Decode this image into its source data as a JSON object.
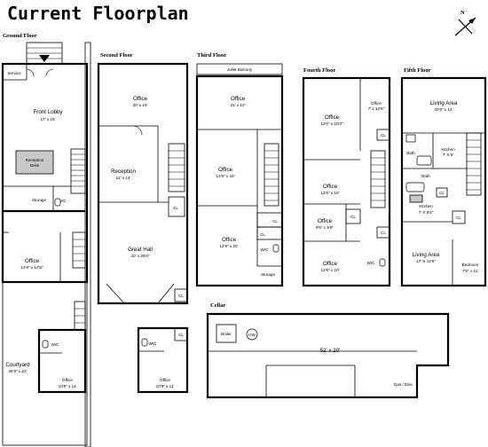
{
  "title": "Current Floorplan",
  "compass": "N",
  "floors": {
    "ground": "Ground Floor",
    "second": "Second Floor",
    "third": "Third Floor",
    "fourth": "Fourth Floor",
    "fifth": "Fifth Floor",
    "cellar": "Cellar"
  },
  "ground": {
    "service": "Service",
    "front_lobby": "Front Lobby",
    "front_lobby_dim": "17' x 16'",
    "reception_desk_1": "Reception",
    "reception_desk_2": "Desk",
    "storage": "Storage",
    "wc": "W/C",
    "office": "Office",
    "office_dim": "13'9\" x 12'6\"",
    "courtyard": "Courtyard",
    "courtyard_dim": "36'8\" x 22'",
    "rear_wc": "W/C",
    "rear_office": "Office",
    "rear_office_dim": "10'8\" x 11'"
  },
  "second": {
    "office": "Office",
    "office_dim": "20' x 19'",
    "reception": "Reception",
    "reception_dim": "12' x 14'",
    "cl1": "CL",
    "great_hall": "Great Hall",
    "great_hall_dim": "20' x 25'6\"",
    "cl2": "CL",
    "cl3": "CL",
    "wc": "W/C",
    "rear_office": "Office",
    "rear_office_dim": "10'9\" x 11'"
  },
  "third": {
    "balcony": "Juliet Balcony",
    "office1": "Office",
    "office1_dim": "21' x 12'",
    "office2": "Office",
    "office2_dim": "13'6\" x 19'",
    "office3": "Office",
    "office3_dim": "13'6\" x 20'",
    "cl1": "CL",
    "cl2": "CL",
    "wc": "W/C",
    "storage": "Storage"
  },
  "fourth": {
    "office1": "Office",
    "office1_dim": "13'6\" x 20'3\"",
    "office2": "Office",
    "office2_dim": "7' x 12'6\"",
    "office3": "Office",
    "office3_dim": "13'6\" x 10'",
    "office4": "Office",
    "office4_dim": "9'6\" x 9'6\"",
    "office5": "Office",
    "office5_dim": "13'6\" x 10'",
    "cl1": "CL",
    "cl2": "CL",
    "cl3": "CL",
    "wc": "W/C"
  },
  "fifth": {
    "living1": "Living Area",
    "living1_dim": "20'6\" x 14'",
    "bath1": "Bath",
    "kitchen1": "Kitchen",
    "kitchen1_dim": "7' X 6'",
    "bath2": "Bath",
    "kitchen2": "Kitchen",
    "kitchen2_dim": "7' X 8'6\"",
    "cl1": "CL",
    "cl2": "CL",
    "living2": "Living Area",
    "living2_dim": "17' X 12'6\"",
    "bedroom": "Bedroom",
    "bedroom_dim": "7'9\" x 11'"
  },
  "cellar": {
    "boiler": "Boiler",
    "hw": "HW",
    "main_dim": "52' x 20'",
    "gas": "Gas / Elec."
  }
}
